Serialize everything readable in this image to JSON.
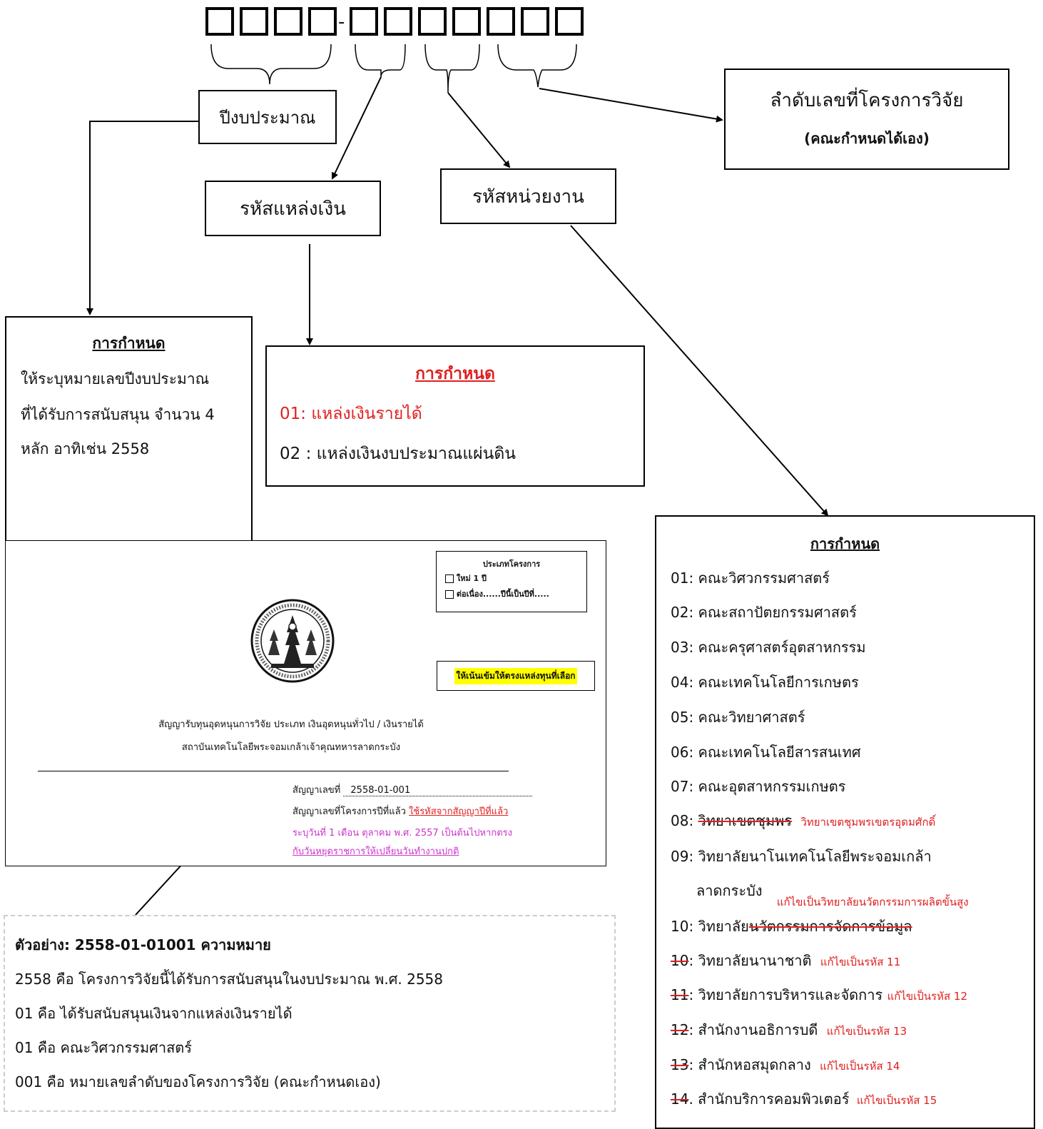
{
  "code_separator": "-",
  "labels": {
    "fiscal_year": "ปีงบประมาณ",
    "fund_source": "รหัสแหล่งเงิน",
    "unit_code": "รหัสหน่วยงาน",
    "project_seq": "ลำดับเลขที่โครงการวิจัย",
    "project_seq_note": "(คณะกำหนดได้เอง)"
  },
  "year_rule": {
    "heading": "การกำหนด",
    "lines": [
      "ให้ระบุหมายเลขปีงบประมาณ",
      "ที่ได้รับการสนับสนุน จำนวน 4",
      "หลัก อาทิเช่น  2558"
    ]
  },
  "fund_rule": {
    "heading": "การกำหนด",
    "line1": "01: แหล่งเงินรายได้",
    "line2": "02 : แหล่งเงินงบประมาณแผ่นดิน",
    "accent_color": "#e02020"
  },
  "unit_rule": {
    "heading": "การกำหนด",
    "u01": "01: คณะวิศวกรรมศาสตร์",
    "u02": "02: คณะสถาปัตยกรรมศาสตร์",
    "u03": "03: คณะครุศาสตร์อุตสาหกรรม",
    "u04": "04: คณะเทคโนโลยีการเกษตร",
    "u05": "05: คณะวิทยาศาสตร์",
    "u06": "06: คณะเทคโนโลยีสารสนเทศ",
    "u07": "07: คณะอุตสาหกรรมเกษตร",
    "u08_code": "08:",
    "u08_old": "วิทยาเขตชุมพร",
    "u08_note": "วิทยาเขตชุมพรเขตรอุดมศักดิ์",
    "u09_a": "09: วิทยาลัยนาโนเทคโนโลยีพระจอมเกล้า",
    "u09_b": "ลาดกระบัง",
    "u09_note": "แก้ไขเป็นวิทยาลัยนวัตกรรมการผลิตขั้นสูง",
    "u10_code": "10: วิทยาลัย",
    "u10_old": "นวัตกรรมการจัดการข้อมูล",
    "x10_code": "10",
    "x10_text": ": วิทยาลัยนานาชาติ",
    "x10_note": "แก้ไขเป็นรหัส 11",
    "x11_code": "11",
    "x11_text": ": วิทยาลัยการบริหารและจัดการ",
    "x11_note": "แก้ไขเป็นรหัส 12",
    "x12_code": "12",
    "x12_text": ": สำนักงานอธิการบดี",
    "x12_note": "แก้ไขเป็นรหัส 13",
    "x13_code": "13",
    "x13_text": ": สำนักหอสมุดกลาง",
    "x13_note": "แก้ไขเป็นรหัส 14",
    "x14_code": "14",
    "x14_text": ". สำนักบริการคอมพิวเตอร์",
    "x14_note": "แก้ไขเป็นรหัส 15"
  },
  "cover": {
    "type_title": "ประเภทโครงการ",
    "type_new": "ใหม่ 1 ปี",
    "type_cont": "ต่อเนื่อง......ปีนี้เป็นปีที่.....",
    "callout": "ให้เน้นเข้มให้ตรงแหล่งทุนที่เลือก",
    "title1": "สัญญารับทุนอุดหนุนการวิจัย ประเภท เงินอุดหนุนทั่วไป / เงินรายได้",
    "title2": "สถาบันเทคโนโลยีพระจอมเกล้าเจ้าคุณทหารลาดกระบัง",
    "contract_label": "สัญญาเลขที่",
    "contract_value": "2558-01-001",
    "prev_label": "สัญญาเลขที่โครงการปีที่แล้ว",
    "prev_note": "ใช้รหัสจากสัญญาปีที่แล้ว",
    "date_line": "ระบุวันที่   1 เดือน ตุลาคม พ.ศ. 2557  เป็นต้นไปหากตรง",
    "date_line2": "กับวันหยุดราชการให้เปลี่ยนวันทำงานปกติ",
    "highlight_color": "#ffff00",
    "date_color": "#cc33cc"
  },
  "example": {
    "title": "ตัวอย่าง: 2558-01-01001   ความหมาย",
    "line1": "2558 คือ โครงการวิจัยนี้ได้รับการสนับสนุนในงบประมาณ พ.ศ. 2558",
    "line2": "01    คือ  ได้รับสนับสนุนเงินจากแหล่งเงินรายได้",
    "line3": "01    คือ  คณะวิศวกรรมศาสตร์",
    "line4": "001 คือ  หมายเลขลำดับของโครงการวิจัย (คณะกำหนดเอง)"
  }
}
